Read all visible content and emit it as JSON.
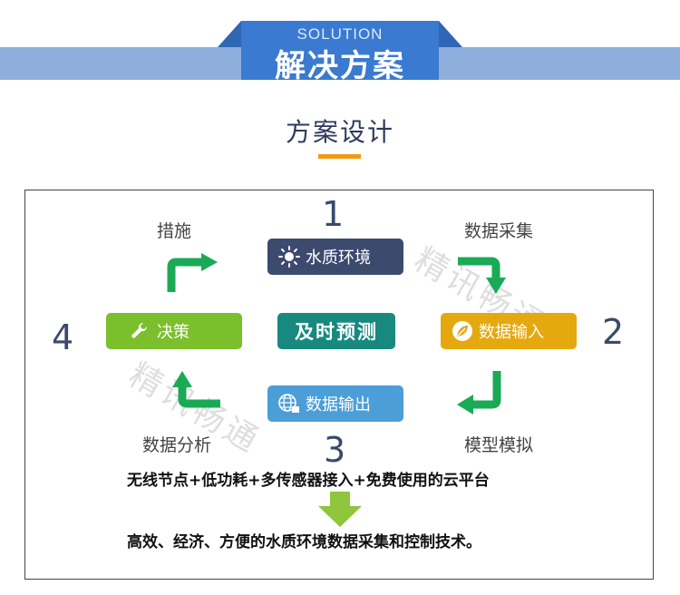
{
  "banner": {
    "subtitle_en": "SOLUTION",
    "title_cn": "解决方案"
  },
  "heading": "方案设计",
  "cycle": {
    "center_label": "及时预测",
    "steps": {
      "top": {
        "number": "1",
        "box": "水质环境",
        "icon": "sun-icon",
        "color": "#3c4a6e"
      },
      "right": {
        "number": "2",
        "box": "数据输入",
        "icon": "leaf-icon",
        "color": "#e5a80f"
      },
      "bottom": {
        "number": "3",
        "box": "数据输出",
        "icon": "network-icon",
        "color": "#4b9ed8"
      },
      "left": {
        "number": "4",
        "box": "决策",
        "icon": "wrench-icon",
        "color": "#7cbf2c"
      }
    },
    "arrow_labels": {
      "top_left": "措施",
      "top_right": "数据采集",
      "bottom_right": "模型模拟",
      "bottom_left": "数据分析"
    },
    "center_color": "#17897f",
    "arrow_color": "#1aaa55"
  },
  "features": "无线节点+低功耗+多传感器接入+免费使用的云平台",
  "conclusion": "高效、经济、方便的水质环境数据采集和控制技术。",
  "watermark": "精讯畅通"
}
